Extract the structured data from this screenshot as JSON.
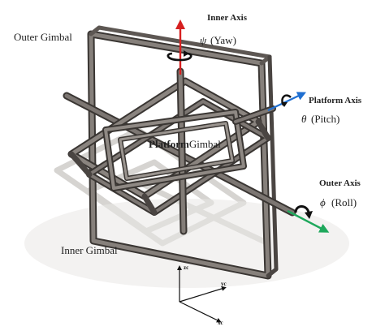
{
  "labels": {
    "outer_gimbal": "Outer Gimbal",
    "inner_axis": "Inner Axis",
    "yaw_symbol": "ψ",
    "yaw_text": "(Yaw)",
    "platform_axis": "Platform Axis",
    "pitch_symbol": "θ",
    "pitch_text": "(Pitch)",
    "platform_word": "Platform",
    "gimbal_word": "Gimbal",
    "outer_axis": "Outer Axis",
    "roll_symbol": "ϕ",
    "roll_text": "(Roll)",
    "inner_gimbal": "Inner Gimbal"
  },
  "coordinate_frame": {
    "z": "zc",
    "y": "yc",
    "x": "xc"
  },
  "colors": {
    "yaw_arrow": "#d62020",
    "pitch_arrow": "#1f6fd1",
    "roll_arrow": "#1ea85c",
    "frame_metal": "#6f6a66",
    "frame_dark": "#3a3633",
    "shadow": "#c8c6c4"
  }
}
